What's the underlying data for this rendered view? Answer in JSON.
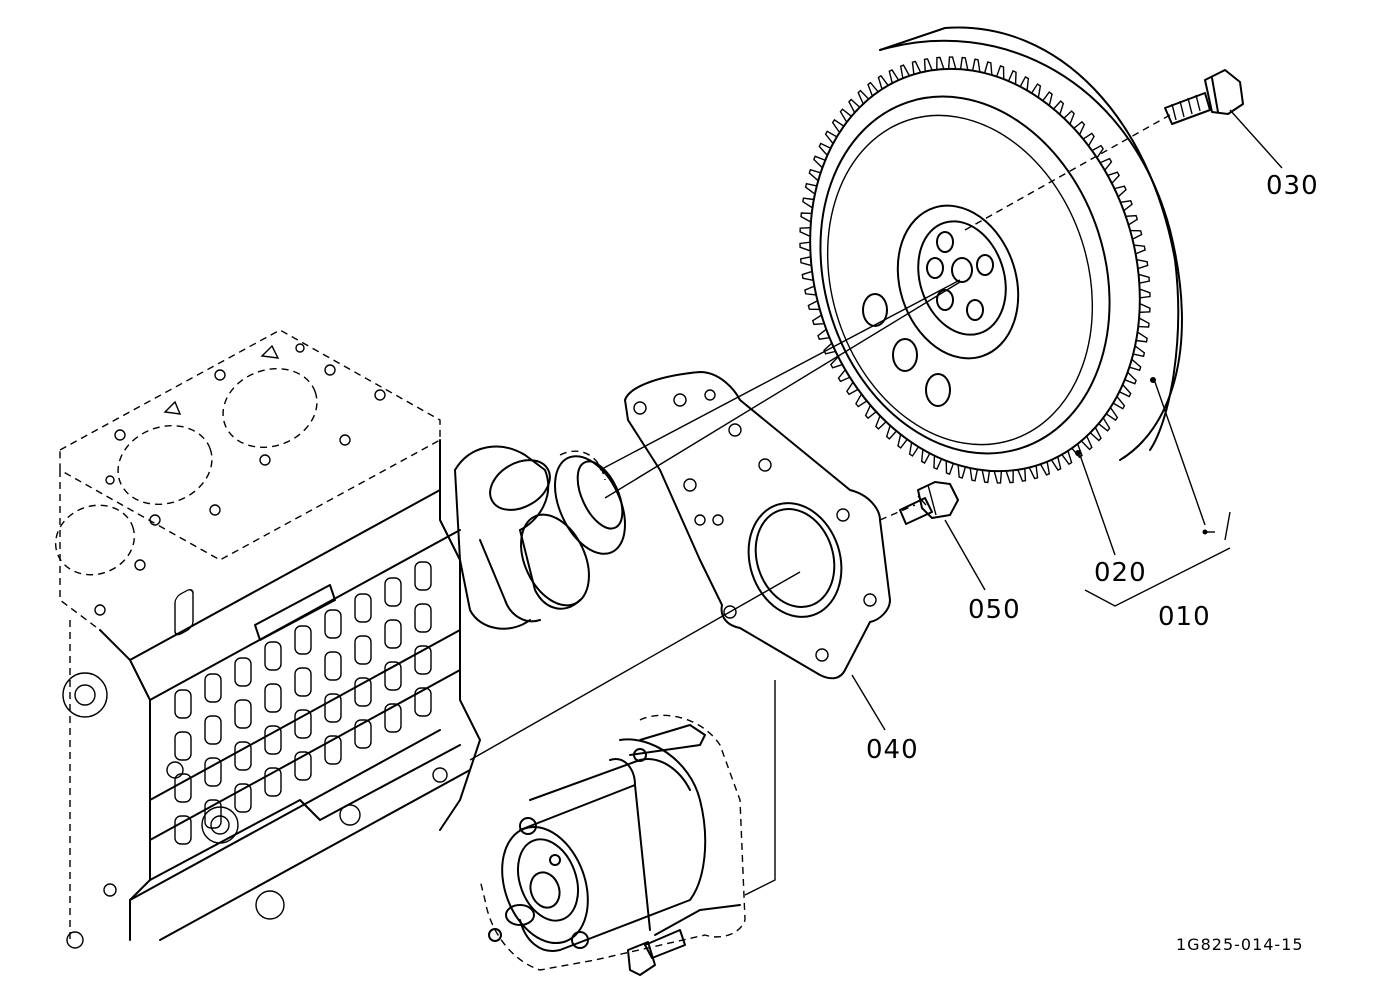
{
  "labels": {
    "p010": "010",
    "p020": "020",
    "p030": "030",
    "p040": "040",
    "p050": "050"
  },
  "drawing_code": "1G825-014-15",
  "colors": {
    "ink": "#000000",
    "paper": "#ffffff"
  }
}
